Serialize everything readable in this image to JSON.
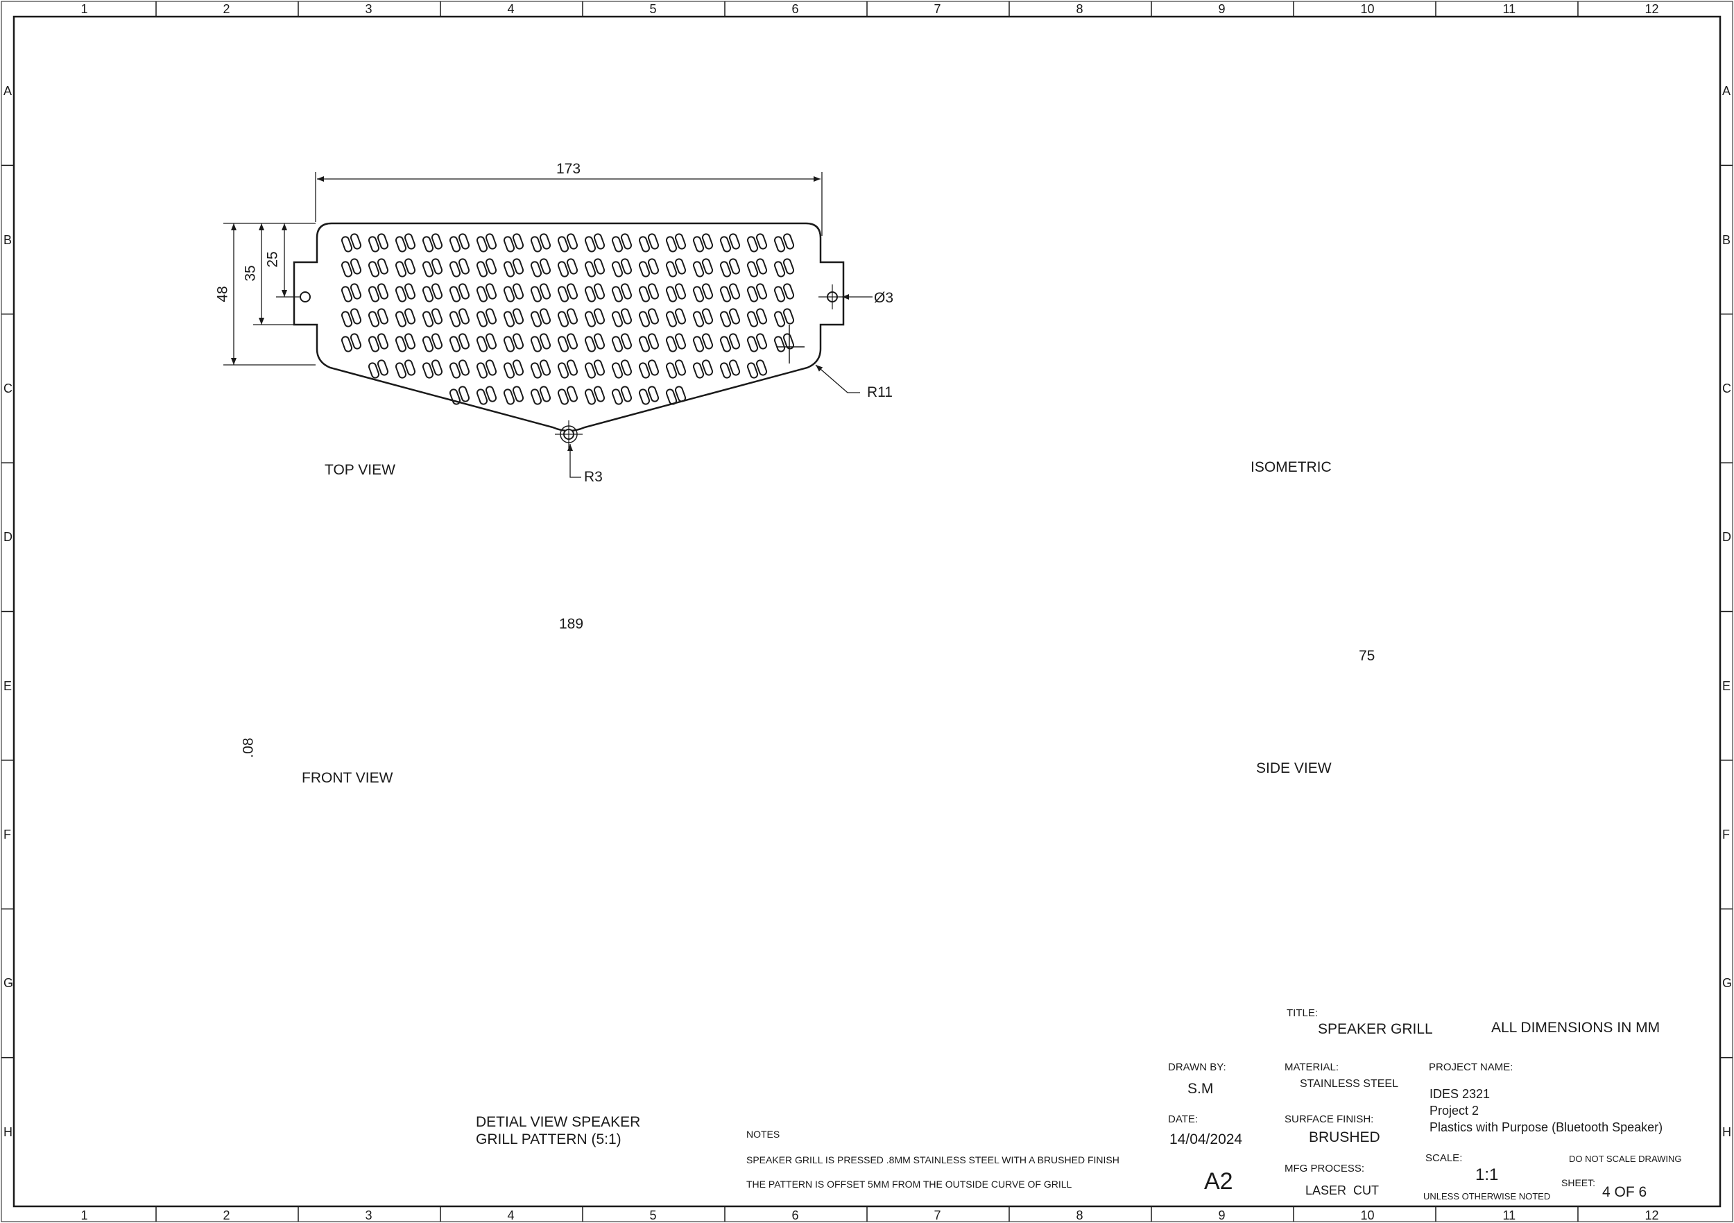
{
  "border": {
    "columns": [
      "1",
      "2",
      "3",
      "4",
      "5",
      "6",
      "7",
      "8",
      "9",
      "10",
      "11",
      "12"
    ],
    "rows": [
      "A",
      "B",
      "C",
      "D",
      "E",
      "F",
      "G",
      "H"
    ]
  },
  "views": {
    "top": {
      "label": "TOP VIEW",
      "dims": {
        "width": "173",
        "h48": "48",
        "h35": "35",
        "h25": "25",
        "hole": "Ø3",
        "r11": "R11",
        "r3": "R3"
      }
    },
    "isometric": {
      "label": "ISOMETRIC"
    },
    "front": {
      "label": "FRONT VIEW",
      "dims": {
        "width": "189",
        "thickness": ".08"
      }
    },
    "side": {
      "label": "SIDE VIEW",
      "dims": {
        "width": "75"
      }
    },
    "detail": {
      "label_line1": "DETIAL VIEW SPEAKER",
      "label_line2": "GRILL PATTERN (5:1)"
    }
  },
  "notes": {
    "heading": "NOTES",
    "items": [
      "SPEAKER GRILL IS PRESSED .8MM STAINLESS STEEL WITH A BRUSHED FINISH",
      "THE PATTERN IS OFFSET 5MM FROM THE OUTSIDE CURVE OF GRILL"
    ]
  },
  "title_block": {
    "title_label": "TITLE:",
    "title": "SPEAKER GRILL",
    "units_note": "ALL DIMENSIONS IN MM",
    "drawn_by_label": "DRAWN BY:",
    "drawn_by": "S.M",
    "material_label": "MATERIAL:",
    "material": "STAINLESS STEEL",
    "project_label": "PROJECT NAME:",
    "project_line1": "IDES 2321",
    "project_line2": "Project 2",
    "project_line3": "Plastics with Purpose (Bluetooth Speaker)",
    "date_label": "DATE:",
    "date": "14/04/2024",
    "finish_label": "SURFACE FINISH:",
    "finish": "BRUSHED",
    "size": "A2",
    "process_label": "MFG PROCESS:",
    "process": "LASER  CUT",
    "scale_label": "SCALE:",
    "scale": "1:1",
    "scale_note": "UNLESS OTHERWISE NOTED",
    "dnsd": "DO NOT SCALE DRAWING",
    "sheet_label": "SHEET:",
    "sheet": "4 OF 6"
  },
  "icons": [
    "projection-symbol-icon"
  ]
}
